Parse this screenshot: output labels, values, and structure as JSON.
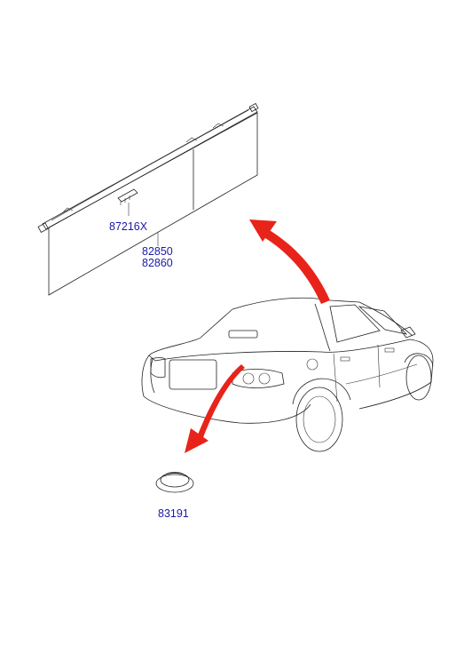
{
  "diagram": {
    "parts": [
      {
        "number": "87216X"
      },
      {
        "number": "82850"
      },
      {
        "number": "82860"
      },
      {
        "number": "83191"
      }
    ],
    "arrow_color": "#e8231a",
    "label_color": "#1a1aa8",
    "line_color": "#222222"
  }
}
